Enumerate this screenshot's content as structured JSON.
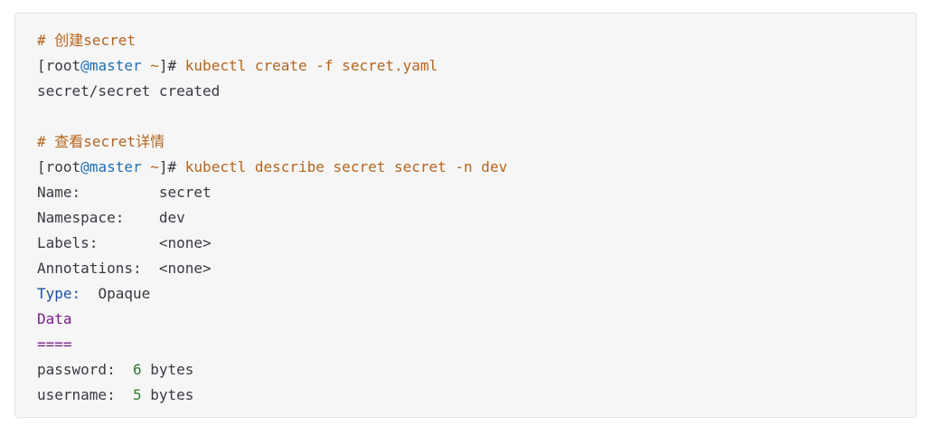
{
  "code": {
    "comment_create": "# 创建secret",
    "prompt1": {
      "open": "[root",
      "at": "@",
      "host": "master",
      "space": " ",
      "tilde": "~",
      "close": "]#",
      "command": " kubectl create -f secret.yaml"
    },
    "output_created": "secret/secret created",
    "comment_view": "# 查看secret详情",
    "prompt2": {
      "open": "[root",
      "at": "@",
      "host": "master",
      "space": " ",
      "tilde": "~",
      "close": "]#",
      "command": " kubectl describe secret secret -n dev"
    },
    "fields": [
      {
        "key": "Name:",
        "pad": "         ",
        "value": "secret"
      },
      {
        "key": "Namespace:",
        "pad": "    ",
        "value": "dev"
      },
      {
        "key": "Labels:",
        "pad": "       ",
        "value": "<none>"
      },
      {
        "key": "Annotations:",
        "pad": "  ",
        "value": "<none>"
      }
    ],
    "type_line": {
      "key": "Type:",
      "value": "  Opaque"
    },
    "data_heading": "Data",
    "data_rule": "====",
    "data_items": [
      {
        "key": "password:",
        "pad": "  ",
        "num": "6",
        "unit": " bytes"
      },
      {
        "key": "username:",
        "pad": "  ",
        "num": "5",
        "unit": " bytes"
      }
    ]
  }
}
